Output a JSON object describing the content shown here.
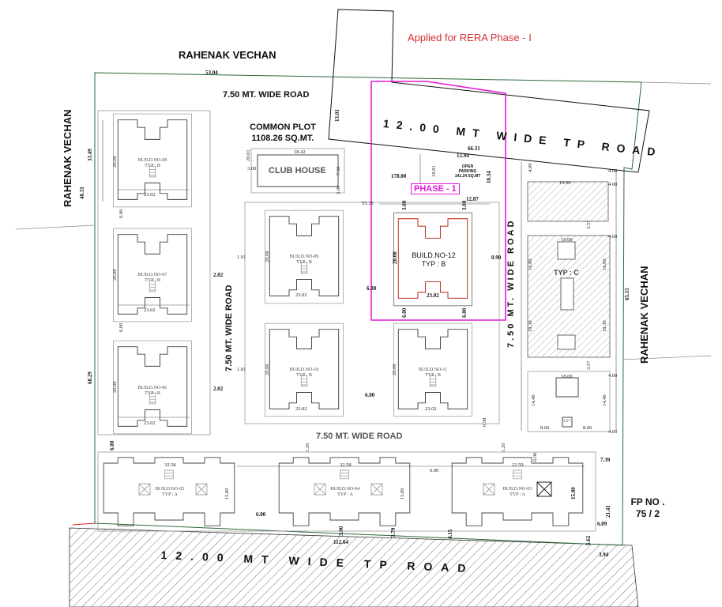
{
  "header": {
    "rera_note": "Applied for RERA Phase - I"
  },
  "roads": {
    "top_left": "RAHENAK VECHAN",
    "left": "RAHENAK VECHAN",
    "right": "RAHENAK VECHAN",
    "road_top": "7.50 MT. WIDE ROAD",
    "road_vertical_left": "7.50 MT. WIDE ROAD",
    "road_vertical_right": "7.50 MT. WIDE ROAD",
    "road_bottom_internal": "7.50 MT. WIDE ROAD",
    "tp_road_top": "12.00 MT WIDE TP ROAD",
    "tp_road_bottom": "12.00 MT WIDE TP ROAD"
  },
  "common_plot": {
    "title": "COMMON PLOT",
    "area": "1108.26 SQ.MT."
  },
  "club_house": {
    "label": "CLUB HOUSE",
    "width": "18.42",
    "side_left": "3.00",
    "side_right": "7.50",
    "depth": "20.01",
    "gap": "3.00"
  },
  "phase": {
    "label": "PHASE - 1",
    "color": "#e01ad9"
  },
  "open_parking": {
    "line1": "OPEN",
    "line2": "PARKING",
    "area": "141.24 SQ.MT"
  },
  "fp": {
    "line1": "FP NO .",
    "line2": "75 / 2"
  },
  "buildings": {
    "b08": {
      "name": "BUILD.NO-08",
      "typ": "TYP : B"
    },
    "b07": {
      "name": "BUILD.NO-07",
      "typ": "TYP : B"
    },
    "b06": {
      "name": "BUILD.NO-06",
      "typ": "TYP : B"
    },
    "b09": {
      "name": "BUILD.NO-09",
      "typ": "TYP : B"
    },
    "b10": {
      "name": "BUILD.NO-10",
      "typ": "TYP : B"
    },
    "b11": {
      "name": "BUILD.NO-11",
      "typ": "TYP : B"
    },
    "b12": {
      "name": "BUILD.NO-12",
      "typ": "TYP : B"
    },
    "b05": {
      "name": "BUILD.NO-05",
      "typ": "TYP : A"
    },
    "b04": {
      "name": "BUILD.NO-04",
      "typ": "TYP : A"
    },
    "b03": {
      "name": "BUILD.NO-03",
      "typ": "TYP : A"
    },
    "typc": {
      "typ": "TYP : C"
    }
  },
  "dims": {
    "d5304": "53.04",
    "d3349": "33.49",
    "d4831": "48.31",
    "d6829": "68.29",
    "d1301": "13.01",
    "d6631": "66.31",
    "d1294": "12.94",
    "d17800": "178.00",
    "d1881": "18.81",
    "d1034": "10.34",
    "d1287": "12.87",
    "d5535": "55.35",
    "d2006": "20.06",
    "d2302": "23.02",
    "d600": "6.00",
    "d300": "3.00",
    "d630": "6.30",
    "d090": "0.90",
    "d191": "1.91",
    "d181": "1.81",
    "d202": "2.02",
    "d3258": "32.58",
    "d2259": "22.59",
    "d1580": "15.80",
    "d120": "1.20",
    "d11264": "112.64",
    "d379": "3.79",
    "d415": "4.15",
    "d739": "7.39",
    "d609": "6.09",
    "d2141": "21.41",
    "d562": "5.62",
    "d394": "3.94",
    "d6515": "65.15",
    "d400": "4.00",
    "d499": "4.99",
    "d1900": "19.00",
    "d357": "3.57",
    "d1440": "14.40",
    "d806": "8.06",
    "d1800": "18.00",
    "d1680": "16.80",
    "d1830": "18.30",
    "d058": "0.58"
  }
}
